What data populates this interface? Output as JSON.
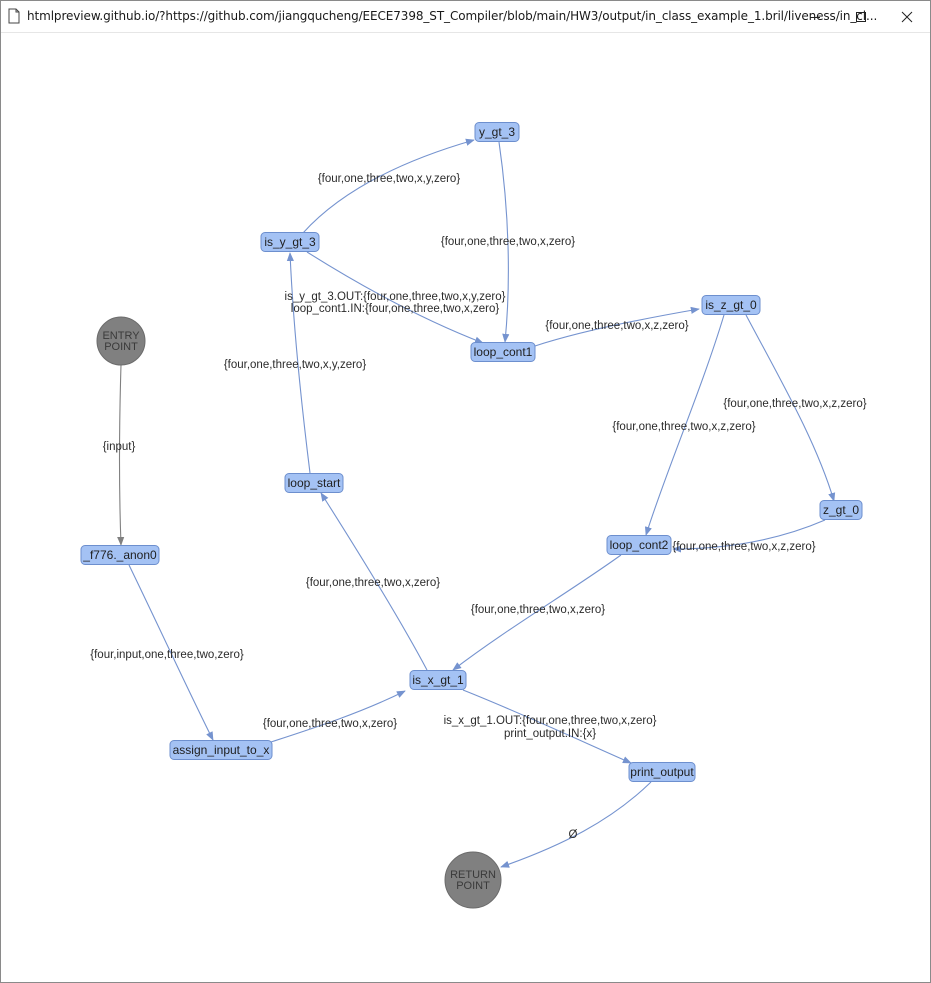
{
  "window": {
    "title": "htmlpreview.github.io/?https://github.com/jiangqucheng/EECE7398_ST_Compiler/blob/main/HW3/output/in_class_example_1.bril/liveness/in_cl...",
    "icons": {
      "page": "page-icon",
      "minimize": "minimize-icon",
      "maximize": "maximize-icon",
      "close": "close-icon"
    }
  },
  "colors": {
    "node_fill": "#a4c2f4",
    "node_border": "#6d8fce",
    "edge": "#7593cf",
    "terminal": "#808080"
  },
  "graph": {
    "nodes": [
      {
        "id": "entry",
        "label": [
          "ENTRY",
          "POINT"
        ],
        "kind": "terminal"
      },
      {
        "id": "anon0",
        "label": [
          "_f776._anon0"
        ],
        "kind": "block"
      },
      {
        "id": "assign",
        "label": [
          "assign_input_to_x"
        ],
        "kind": "block"
      },
      {
        "id": "isx",
        "label": [
          "is_x_gt_1"
        ],
        "kind": "block"
      },
      {
        "id": "loopstart",
        "label": [
          "loop_start"
        ],
        "kind": "block"
      },
      {
        "id": "isy",
        "label": [
          "is_y_gt_3"
        ],
        "kind": "block"
      },
      {
        "id": "ygt3",
        "label": [
          "y_gt_3"
        ],
        "kind": "block"
      },
      {
        "id": "loopcont1",
        "label": [
          "loop_cont1"
        ],
        "kind": "block"
      },
      {
        "id": "isz",
        "label": [
          "is_z_gt_0"
        ],
        "kind": "block"
      },
      {
        "id": "zgt0",
        "label": [
          "z_gt_0"
        ],
        "kind": "block"
      },
      {
        "id": "loopcont2",
        "label": [
          "loop_cont2"
        ],
        "kind": "block"
      },
      {
        "id": "print",
        "label": [
          "print_output"
        ],
        "kind": "block"
      },
      {
        "id": "ret",
        "label": [
          "RETURN",
          "POINT"
        ],
        "kind": "terminal"
      }
    ],
    "edges": [
      {
        "from": "entry",
        "to": "anon0",
        "label": [
          "{input}"
        ]
      },
      {
        "from": "anon0",
        "to": "assign",
        "label": [
          "{four,input,one,three,two,zero}"
        ]
      },
      {
        "from": "assign",
        "to": "isx",
        "label": [
          "{four,one,three,two,x,zero}"
        ]
      },
      {
        "from": "isx",
        "to": "loopstart",
        "label": [
          "{four,one,three,two,x,zero}"
        ]
      },
      {
        "from": "loopstart",
        "to": "isy",
        "label": [
          "{four,one,three,two,x,y,zero}"
        ]
      },
      {
        "from": "isy",
        "to": "ygt3",
        "label": [
          "{four,one,three,two,x,y,zero}"
        ]
      },
      {
        "from": "ygt3",
        "to": "loopcont1",
        "label": [
          "{four,one,three,two,x,zero}"
        ]
      },
      {
        "from": "isy",
        "to": "loopcont1",
        "label": [
          "is_y_gt_3.OUT:{four,one,three,two,x,y,zero}",
          "loop_cont1.IN:{four,one,three,two,x,zero}"
        ]
      },
      {
        "from": "loopcont1",
        "to": "isz",
        "label": [
          "{four,one,three,two,x,z,zero}"
        ]
      },
      {
        "from": "isz",
        "to": "zgt0",
        "label": [
          "{four,one,three,two,x,z,zero}"
        ]
      },
      {
        "from": "isz",
        "to": "loopcont2",
        "label": [
          "{four,one,three,two,x,z,zero}"
        ]
      },
      {
        "from": "zgt0",
        "to": "loopcont2",
        "label": [
          "{four,one,three,two,x,z,zero}"
        ]
      },
      {
        "from": "loopcont2",
        "to": "isx",
        "label": [
          "{four,one,three,two,x,zero}"
        ]
      },
      {
        "from": "isx",
        "to": "print",
        "label": [
          "is_x_gt_1.OUT:{four,one,three,two,x,zero}",
          "print_output.IN:{x}"
        ]
      },
      {
        "from": "print",
        "to": "ret",
        "label": [
          "Ø"
        ]
      }
    ]
  }
}
